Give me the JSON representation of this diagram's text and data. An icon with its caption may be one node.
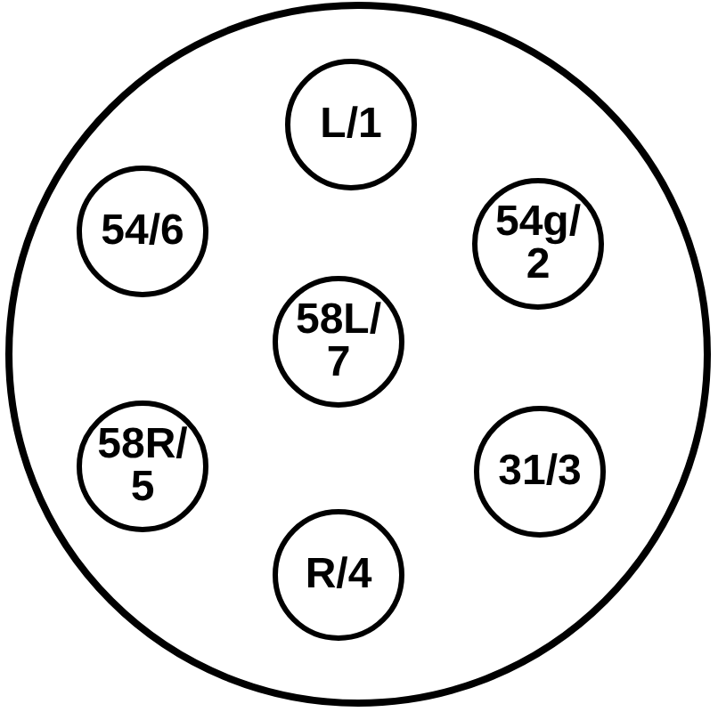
{
  "diagram": {
    "nodes": [
      {
        "text": [],
        "shape": "circle"
      },
      {
        "text": [
          "L/1"
        ],
        "in": 0
      },
      {
        "text": [
          "54/6"
        ],
        "in": 0
      },
      {
        "text": [
          "54g/ 2"
        ],
        "in": 0
      },
      {
        "text": [
          "58L/ 7"
        ],
        "in": 0
      },
      {
        "text": [
          "58R/ 5"
        ],
        "in": 0
      },
      {
        "text": [
          "31/3"
        ],
        "in": 0
      },
      {
        "text": [
          "R/4"
        ],
        "in": 0
      }
    ]
  }
}
